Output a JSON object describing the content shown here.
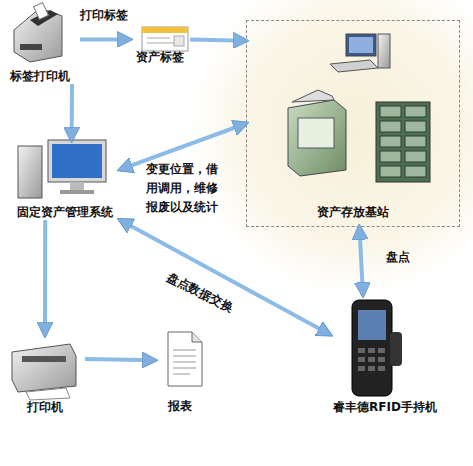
{
  "diagram": {
    "nodes": [
      {
        "text": [
          "标签打印机"
        ]
      },
      {
        "text": [
          "资产标签"
        ]
      },
      {
        "text": [
          "资产存放基站"
        ]
      },
      {
        "text": [
          "固定资产管理系统"
        ]
      },
      {
        "text": [
          "打印机"
        ]
      },
      {
        "text": [
          "报表"
        ]
      },
      {
        "text": [
          "睿丰德RFID手持机"
        ]
      }
    ],
    "edges": [
      {
        "from": 0,
        "to": 1,
        "label": "打印标签",
        "arrow": "to"
      },
      {
        "from": 1,
        "to": 2,
        "arrow": "to"
      },
      {
        "from": 0,
        "to": 3,
        "arrow": "to"
      },
      {
        "from": 2,
        "to": 3,
        "label": "变更位置，借用调用，维修报废以及统计",
        "arrow": "both"
      },
      {
        "from": 3,
        "to": 4,
        "arrow": "to"
      },
      {
        "from": 4,
        "to": 5,
        "arrow": "to"
      },
      {
        "from": 3,
        "to": 6,
        "label": "盘点数据交换",
        "arrow": "both"
      },
      {
        "from": 2,
        "to": 6,
        "label": "盘点",
        "arrow": "both"
      }
    ]
  }
}
